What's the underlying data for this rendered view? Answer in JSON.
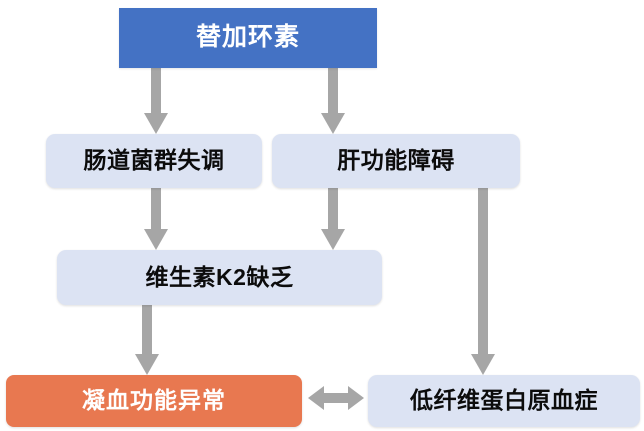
{
  "diagram": {
    "title_node": {
      "id": "tigecycline",
      "label": "替加环素",
      "color": "#4472C4",
      "text_color": "#FFFFFF"
    },
    "nodes": [
      {
        "id": "gut-dysbiosis",
        "label": "肠道菌群失调",
        "color": "#DCE3F3",
        "text_color": "#0C0C0C"
      },
      {
        "id": "liver-dysfunction",
        "label": "肝功能障碍",
        "color": "#DCE3F3",
        "text_color": "#0C0C0C"
      },
      {
        "id": "vitamin-k2-deficiency",
        "label": "维生素K2缺乏",
        "color": "#DCE3F3",
        "text_color": "#0C0C0C"
      },
      {
        "id": "coagulation-disorder",
        "label": "凝血功能异常",
        "color": "#E87850",
        "text_color": "#FFFFFF"
      },
      {
        "id": "hypofibrinogenemia",
        "label": "低纤维蛋白原血症",
        "color": "#DCE3F3",
        "text_color": "#0C0C0C"
      }
    ],
    "edges": [
      {
        "id": "edge-root-to-gut",
        "from": "tigecycline",
        "to": "gut-dysbiosis",
        "type": "single",
        "color": "#A6A6A6"
      },
      {
        "id": "edge-root-to-liver",
        "from": "tigecycline",
        "to": "liver-dysfunction",
        "type": "single",
        "color": "#A6A6A6"
      },
      {
        "id": "edge-gut-to-k2",
        "from": "gut-dysbiosis",
        "to": "vitamin-k2-deficiency",
        "type": "single",
        "color": "#A6A6A6"
      },
      {
        "id": "edge-liver-to-k2",
        "from": "liver-dysfunction",
        "to": "vitamin-k2-deficiency",
        "type": "single",
        "color": "#A6A6A6"
      },
      {
        "id": "edge-k2-to-coagulation",
        "from": "vitamin-k2-deficiency",
        "to": "coagulation-disorder",
        "type": "single",
        "color": "#A6A6A6"
      },
      {
        "id": "edge-liver-to-hypofib",
        "from": "liver-dysfunction",
        "to": "hypofibrinogenemia",
        "type": "single",
        "color": "#A6A6A6"
      },
      {
        "id": "edge-coagulation-hypofib",
        "from": "coagulation-disorder",
        "to": "hypofibrinogenemia",
        "type": "double",
        "color": "#A6A6A6"
      }
    ],
    "arrow_color": "#A6A6A6",
    "background": "#FFFFFF"
  }
}
